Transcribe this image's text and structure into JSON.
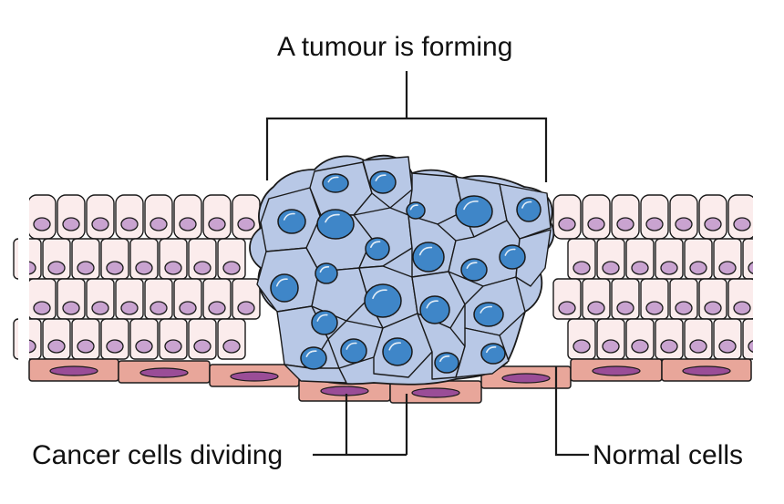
{
  "labels": {
    "tumour": "A tumour is forming",
    "cancer_cells": "Cancer cells dividing",
    "normal_cells": "Normal cells"
  },
  "colors": {
    "normal_cell_fill": "#fbecec",
    "normal_nucleus_fill": "#c9a3d0",
    "basal_cell_fill": "#e8a69a",
    "basal_nucleus_fill": "#9a4d97",
    "tumour_fill": "#b8c8e6",
    "cancer_nucleus_fill": "#3f86c8",
    "outline": "#1a1a1a"
  }
}
